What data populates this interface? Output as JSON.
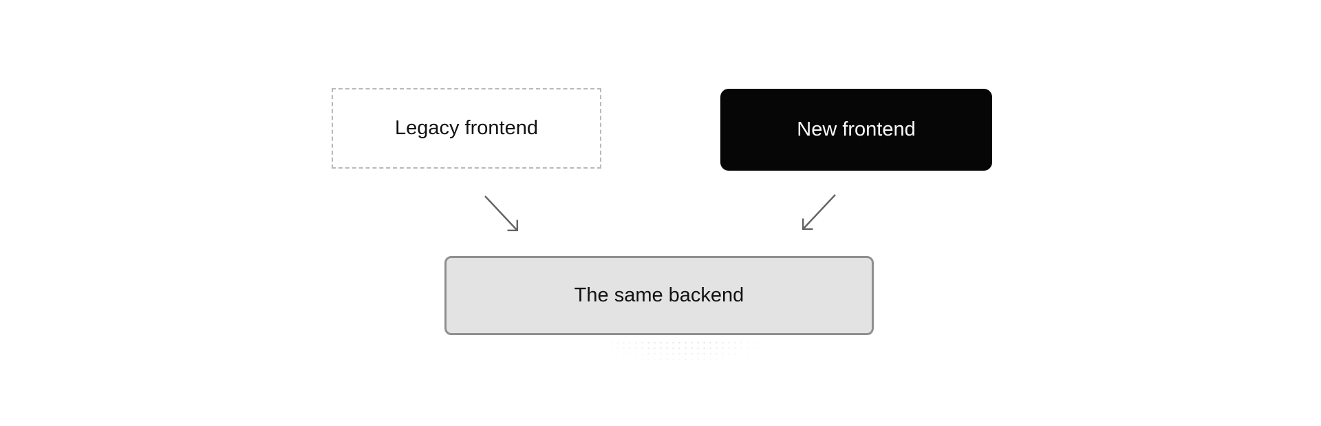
{
  "diagram": {
    "nodes": [
      {
        "id": "legacy-frontend",
        "label": "Legacy frontend",
        "style": "dashed-outline-white"
      },
      {
        "id": "new-frontend",
        "label": "New frontend",
        "style": "solid-black-rounded"
      },
      {
        "id": "backend",
        "label": "The same backend",
        "style": "gray-filled-rounded"
      }
    ],
    "edges": [
      {
        "from": "legacy-frontend",
        "to": "backend",
        "direction": "down-right"
      },
      {
        "from": "new-frontend",
        "to": "backend",
        "direction": "down-left"
      }
    ],
    "colors": {
      "canvas_bg": "#ffffff",
      "legacy_border": "#b9b9b9",
      "new_bg": "#060606",
      "new_text": "#fafafa",
      "backend_bg": "#e3e3e3",
      "backend_border": "#8f8f8f",
      "arrow": "#646464",
      "text": "#121212"
    }
  }
}
